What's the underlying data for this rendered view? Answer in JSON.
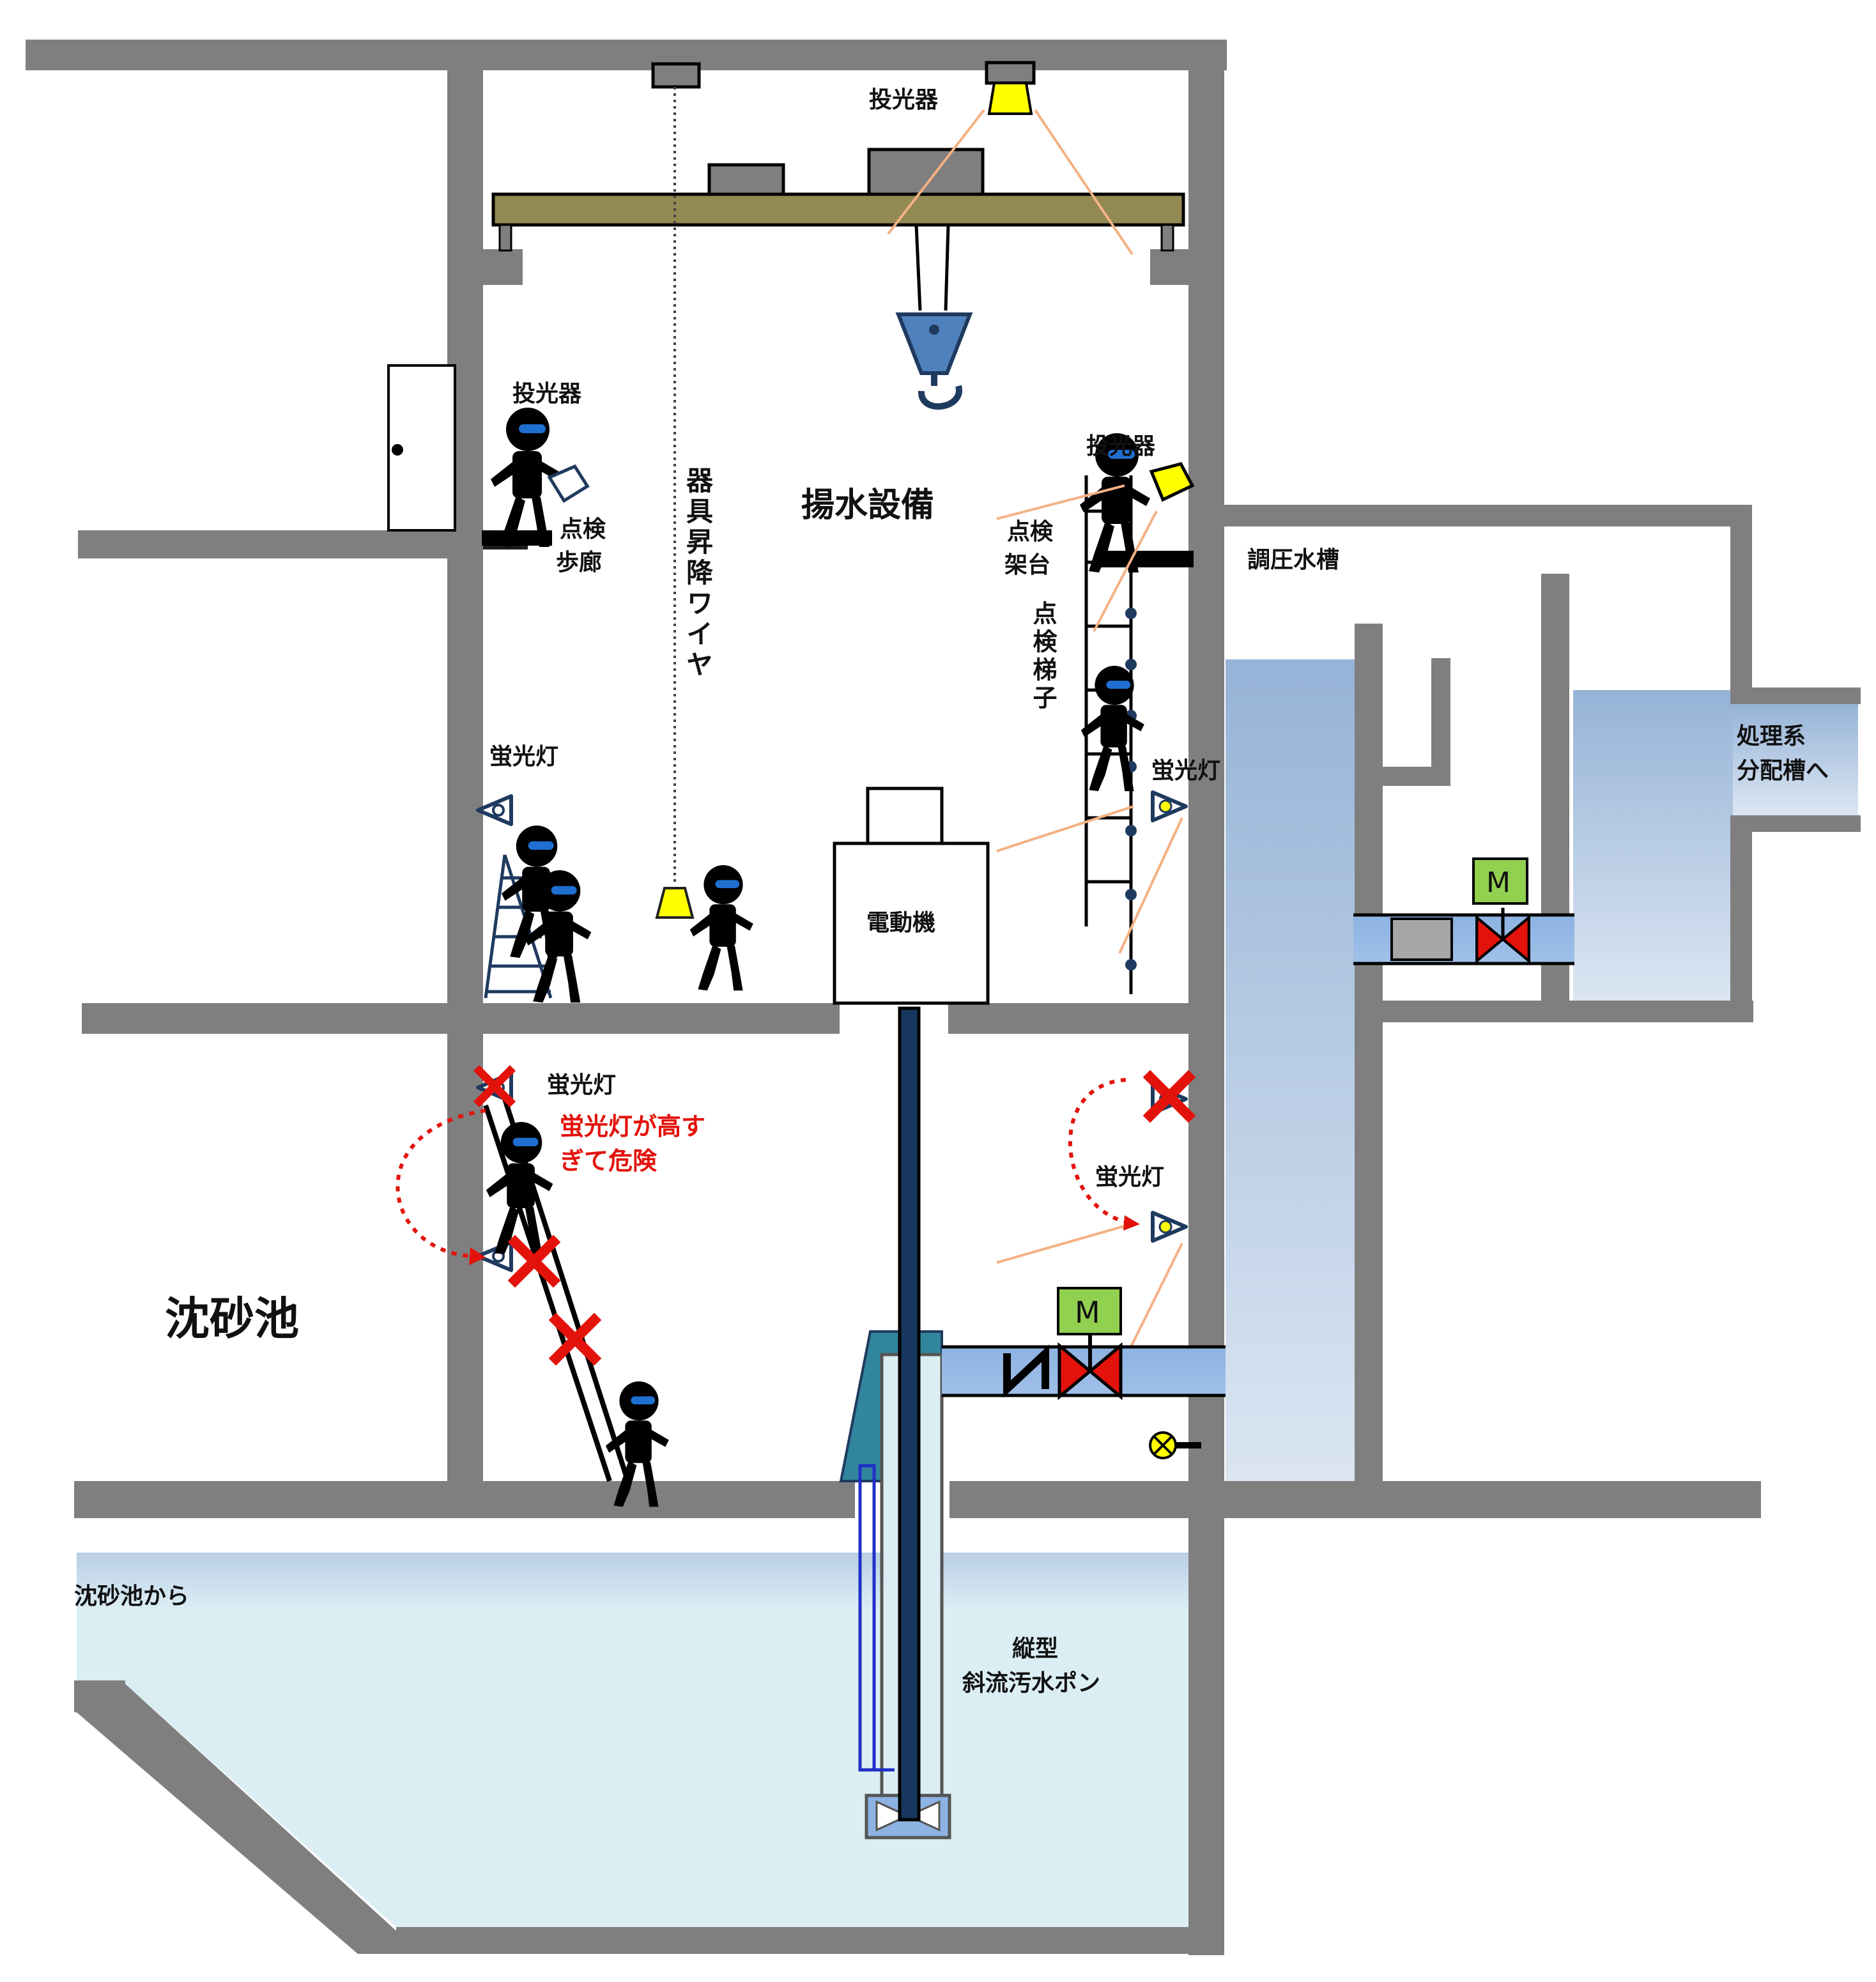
{
  "labels": {
    "floodlight_top": "投光器",
    "floodlight_left": "投光器",
    "floodlight_right": "投光器",
    "inspection_corridor": [
      "点検",
      "歩廊"
    ],
    "wire": "器具昇降ワイヤ",
    "pump_equipment": "揚水設備",
    "inspection_platform": [
      "点検",
      "架台"
    ],
    "inspection_ladder": "点検梯子",
    "surge_tank": "調圧水槽",
    "to_distribution": [
      "処理系",
      "分配槽へ"
    ],
    "fluorescent_1": "蛍光灯",
    "fluorescent_2": "蛍光灯",
    "fluorescent_3": "蛍光灯",
    "fluorescent_4": "蛍光灯",
    "danger_note": [
      "蛍光灯が高す",
      "ぎて危険"
    ],
    "motor": "電動機",
    "grit_chamber": "沈砂池",
    "from_grit_chamber": "沈砂池から",
    "pump": [
      "縦型",
      "斜流汚水ポン"
    ],
    "valve_motor_1": "M",
    "valve_motor_2": "M"
  },
  "colors": {
    "wall": "#7f7f7f",
    "crane_beam": "#938953",
    "hook": "#4f81bd",
    "floodlight": "#ffff00",
    "water": "#b9cde5",
    "water_deep": "#dbeef4",
    "pipe": "#8db3e2",
    "valve": "#e3120b",
    "motor_box": "#92d050",
    "danger": "#e3120b",
    "light_beam": "#f4b183",
    "pump_casing": "#31859c"
  },
  "icons": [
    "worker-icon",
    "floodlight-icon",
    "fluorescent-light-icon",
    "danger-x-icon",
    "valve-icon",
    "crane-hook-icon",
    "ladder-icon"
  ]
}
